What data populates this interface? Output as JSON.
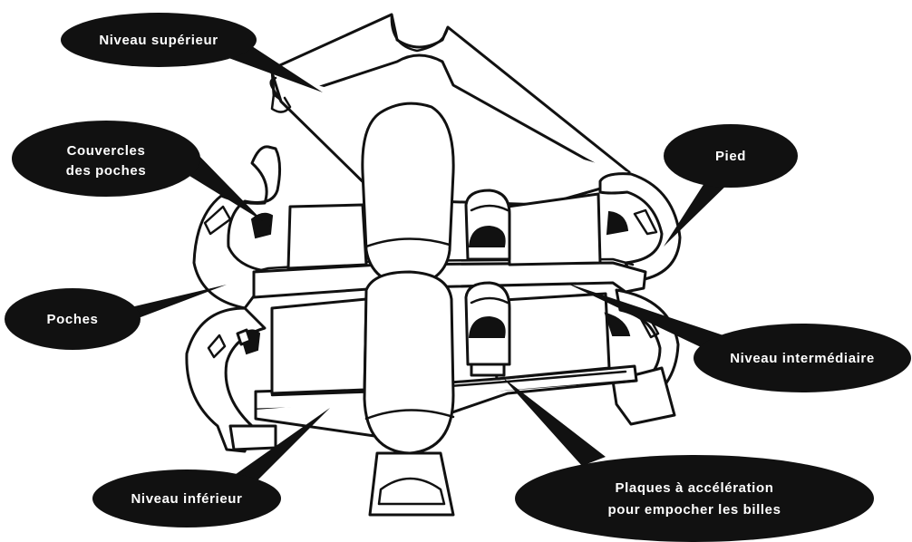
{
  "colors": {
    "ink": "#111111",
    "paper": "#ffffff",
    "label_text": "#ffffff"
  },
  "labels": {
    "niveau_superieur": "Niveau supérieur",
    "couvercles_line1": "Couvercles",
    "couvercles_line2": "des poches",
    "pied": "Pied",
    "poches": "Poches",
    "niveau_intermediaire": "Niveau intermédiaire",
    "plaques_line1": "Plaques à accélération",
    "plaques_line2": "pour empocher les billes",
    "niveau_inferieur": "Niveau inférieur"
  }
}
